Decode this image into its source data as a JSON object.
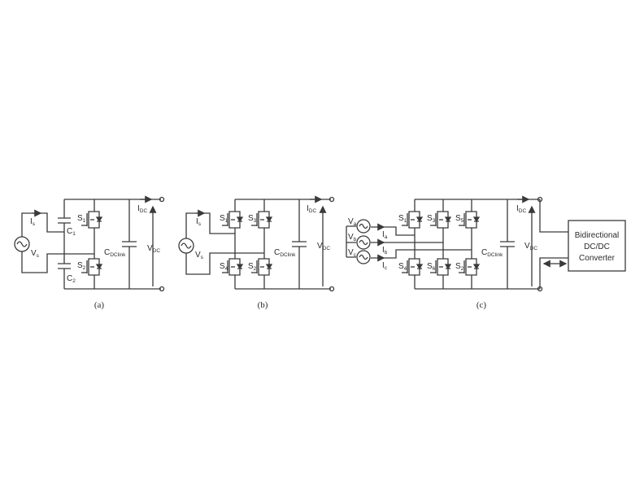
{
  "panels": {
    "a": {
      "caption": "(a)",
      "source": {
        "main": "V",
        "sub": "s"
      },
      "current": {
        "main": "I",
        "sub": "s"
      },
      "caps": [
        {
          "main": "C",
          "sub": "1"
        },
        {
          "main": "C",
          "sub": "2"
        }
      ],
      "switches": [
        {
          "main": "S",
          "sub": "1"
        },
        {
          "main": "S",
          "sub": "2"
        }
      ],
      "dclink": {
        "main": "C",
        "sub": "DClink"
      },
      "idc": {
        "main": "I",
        "sub": "DC"
      },
      "vdc": {
        "main": "V",
        "sub": "DC"
      }
    },
    "b": {
      "caption": "(b)",
      "source": {
        "main": "V",
        "sub": "s"
      },
      "current": {
        "main": "I",
        "sub": "s"
      },
      "switches": [
        {
          "main": "S",
          "sub": "1"
        },
        {
          "main": "S",
          "sub": "3"
        },
        {
          "main": "S",
          "sub": "4"
        },
        {
          "main": "S",
          "sub": "2"
        }
      ],
      "dclink": {
        "main": "C",
        "sub": "DClink"
      },
      "idc": {
        "main": "I",
        "sub": "DC"
      },
      "vdc": {
        "main": "V",
        "sub": "DC"
      }
    },
    "c": {
      "caption": "(c)",
      "sources": [
        {
          "main": "V",
          "sub": "a"
        },
        {
          "main": "V",
          "sub": "b"
        },
        {
          "main": "V",
          "sub": "c"
        }
      ],
      "currents": [
        {
          "main": "I",
          "sub": "a"
        },
        {
          "main": "I",
          "sub": "b"
        },
        {
          "main": "I",
          "sub": "c"
        }
      ],
      "switches": [
        {
          "main": "S",
          "sub": "1"
        },
        {
          "main": "S",
          "sub": "3"
        },
        {
          "main": "S",
          "sub": "5"
        },
        {
          "main": "S",
          "sub": "4"
        },
        {
          "main": "S",
          "sub": "6"
        },
        {
          "main": "S",
          "sub": "2"
        }
      ],
      "dclink": {
        "main": "C",
        "sub": "DClink"
      },
      "idc": {
        "main": "I",
        "sub": "DC"
      },
      "vdc": {
        "main": "V",
        "sub": "DC"
      },
      "converter": {
        "line1": "Bidirectional",
        "line2": "DC/DC",
        "line3": "Converter"
      }
    }
  }
}
